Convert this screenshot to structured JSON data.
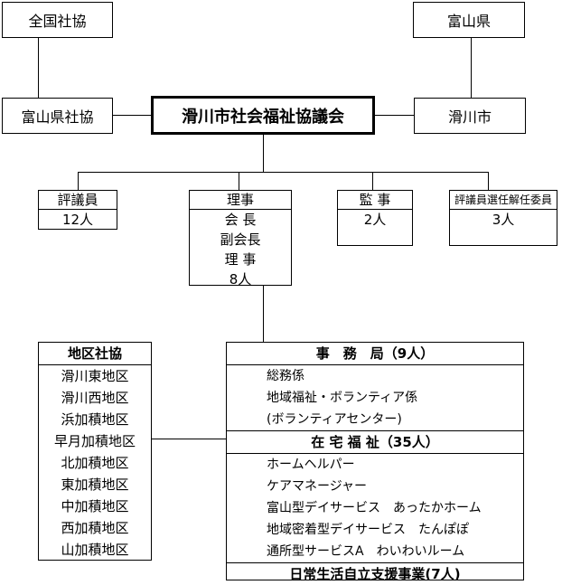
{
  "top": {
    "national": "全国社協",
    "prefecture": "富山県",
    "pref_council": "富山県社協",
    "city": "滑川市",
    "main": "滑川市社会福祉協議会"
  },
  "councillors": {
    "title": "評議員",
    "count": "12人"
  },
  "directors": {
    "title": "理事",
    "roles": [
      "会 長",
      "副会長",
      "理 事",
      "8人"
    ]
  },
  "auditors": {
    "title": "監 事",
    "count": "2人"
  },
  "committee": {
    "title": "評議員選任解任委員",
    "count": "3人"
  },
  "districts": {
    "title": "地区社協",
    "items": [
      "滑川東地区",
      "滑川西地区",
      "浜加積地区",
      "早月加積地区",
      "北加積地区",
      "東加積地区",
      "中加積地区",
      "西加積地区",
      "山加積地区"
    ]
  },
  "office": {
    "sections": [
      {
        "title": "事　務　局（9人）",
        "items": [
          "総務係",
          "地域福祉・ボランティア係",
          "(ボランティアセンター)"
        ]
      },
      {
        "title": "在 宅 福 祉（35人）",
        "items": [
          "ホームヘルパー",
          "ケアマネージャー",
          "富山型デイサービス　あったかホーム",
          "地域密着型デイサービス　たんぽぽ",
          "通所型サービスA　わいわいルーム"
        ]
      },
      {
        "title": "日常生活自立支援事業(7人)",
        "items": []
      }
    ]
  }
}
